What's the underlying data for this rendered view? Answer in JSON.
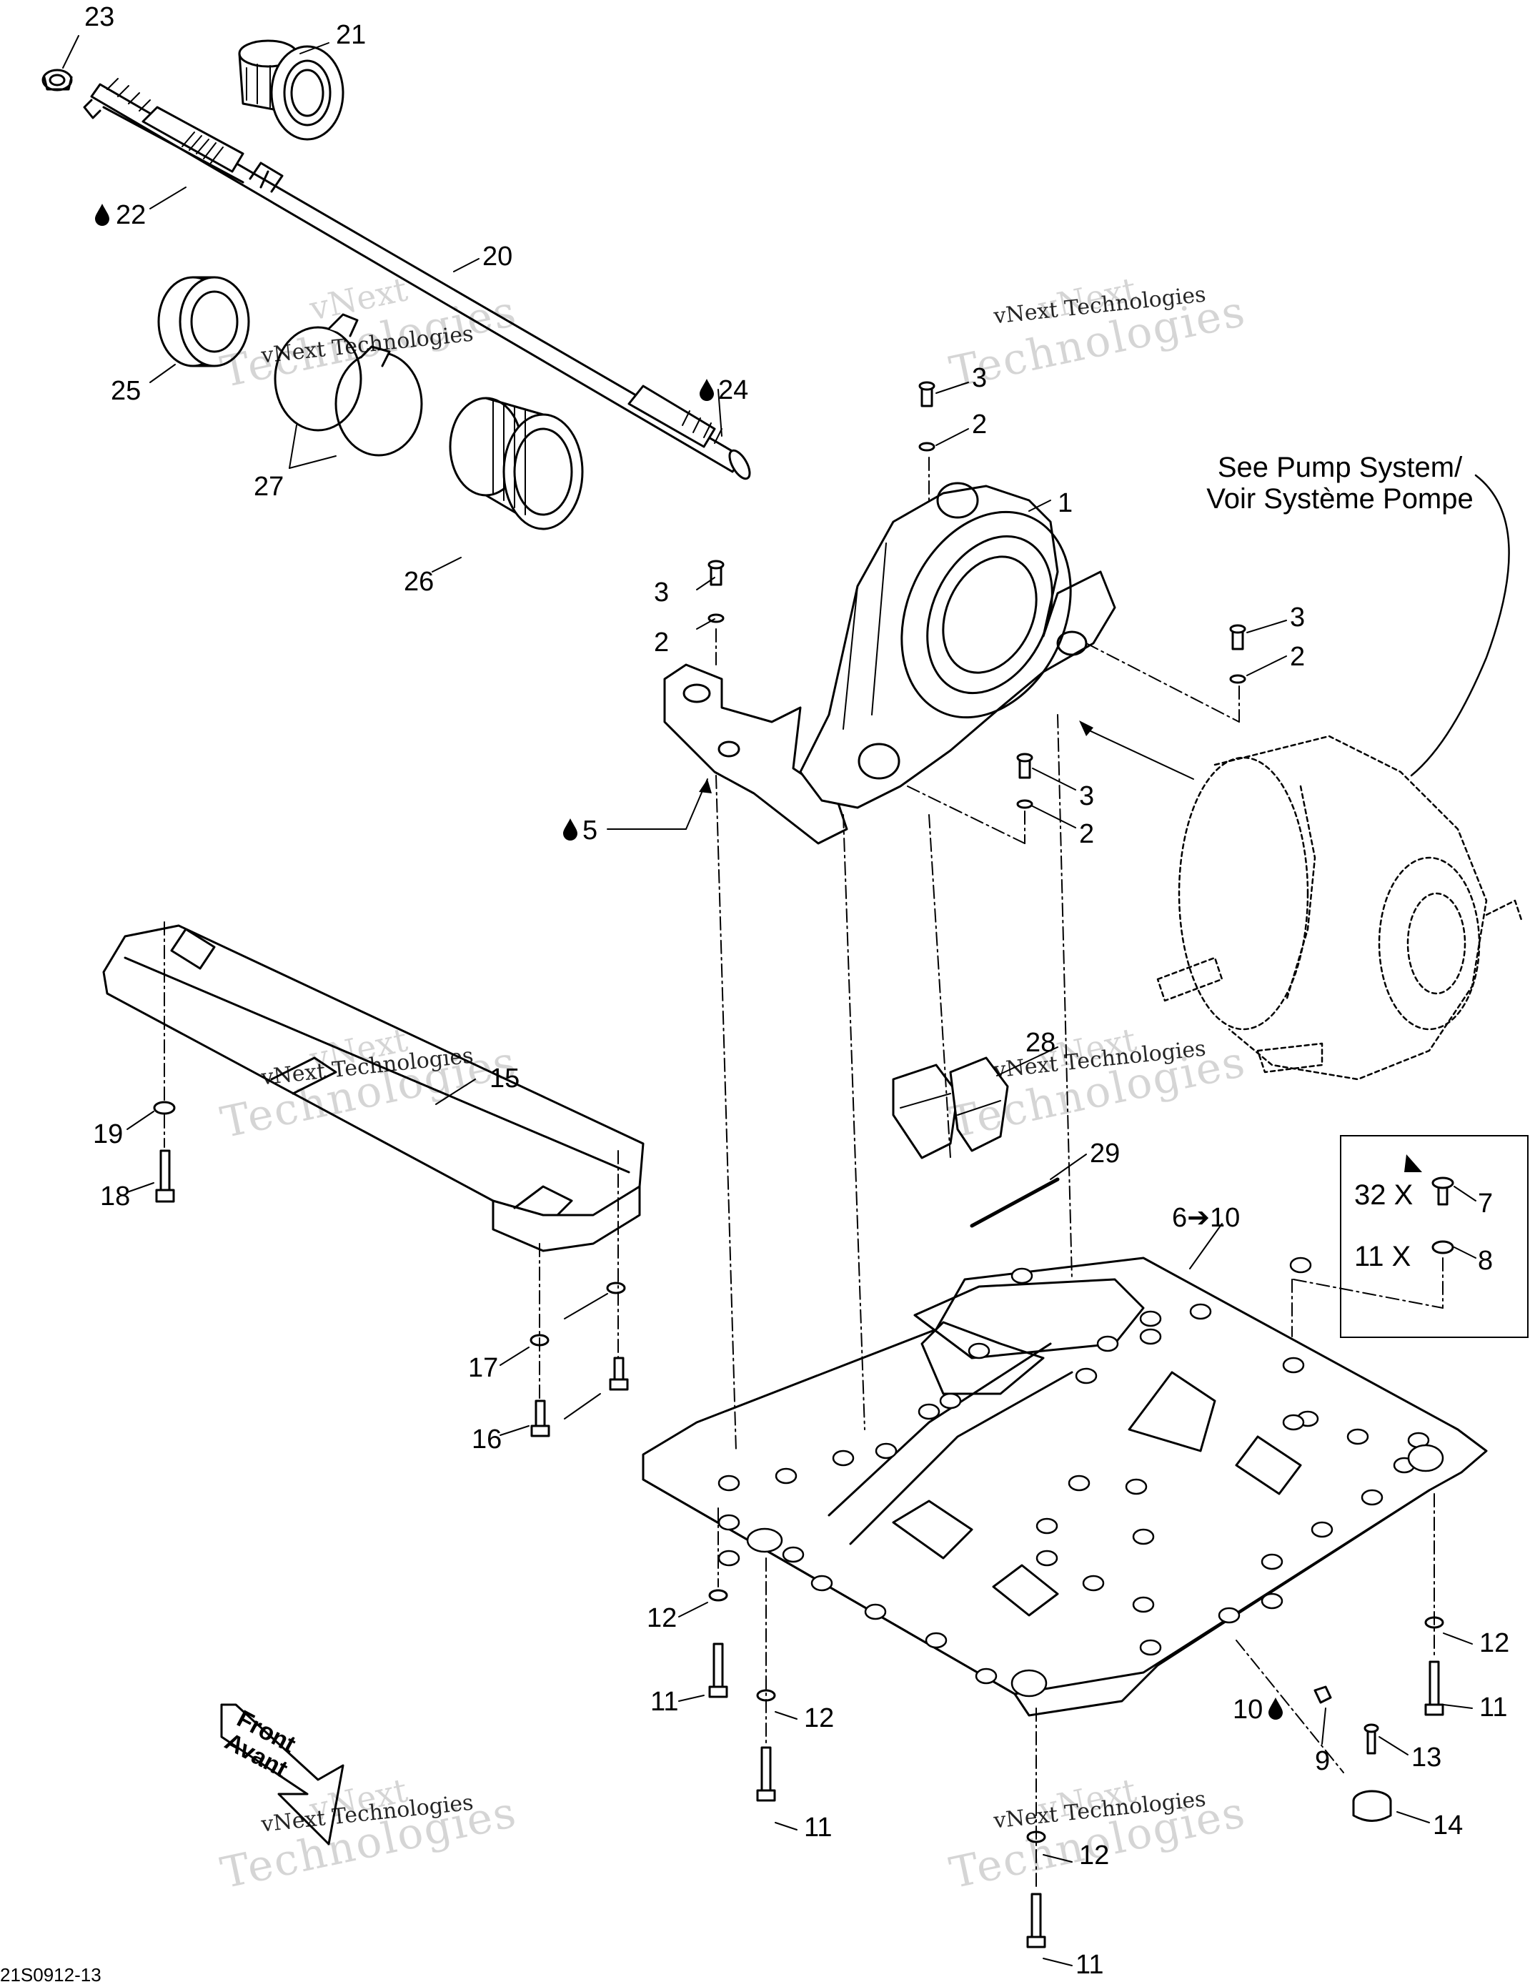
{
  "labels": {
    "p1": "1",
    "p2a": "2",
    "p2b": "2",
    "p2c": "2",
    "p2d": "2",
    "p3a": "3",
    "p3b": "3",
    "p3c": "3",
    "p3d": "3",
    "p5": "5",
    "p6": "6➔10",
    "p7": "7",
    "p8": "8",
    "p9": "9",
    "p10": "10",
    "p11a": "11",
    "p11b": "11",
    "p11c": "11",
    "p11d": "11",
    "p12a": "12",
    "p12b": "12",
    "p12c": "12",
    "p12d": "12",
    "p13": "13",
    "p14": "14",
    "p15": "15",
    "p16": "16",
    "p17": "17",
    "p18": "18",
    "p19": "19",
    "p20": "20",
    "p21": "21",
    "p22": "22",
    "p23": "23",
    "p24": "24",
    "p25": "25",
    "p26": "26",
    "p27": "27",
    "p28": "28",
    "p29": "29"
  },
  "qty": {
    "q32": "32 X",
    "q11": "11 X"
  },
  "note": {
    "line1": "See Pump System/",
    "line2": "Voir Système Pompe"
  },
  "front": {
    "line1": "Front",
    "line2": "Avant"
  },
  "watermark": {
    "brand": "vNext",
    "sub": "vNext Technologies",
    "big": "Technologies"
  },
  "drawing_code": "21S0912-13"
}
